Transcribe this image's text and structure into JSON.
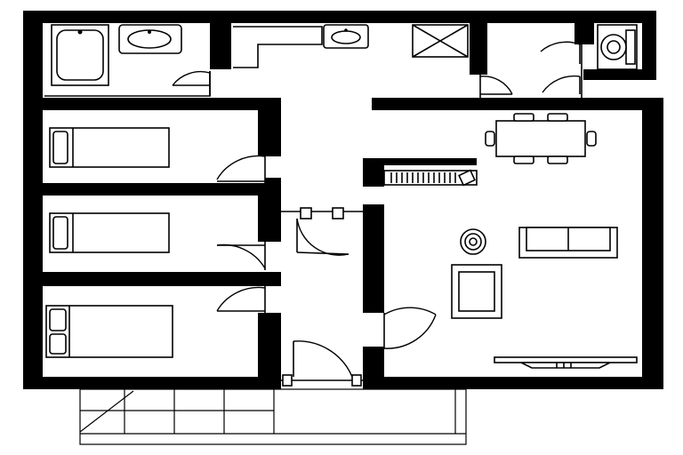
{
  "plan": {
    "colors": {
      "wall": "#000000",
      "background": "#ffffff",
      "line": "#000000"
    },
    "rooms": [
      "bathroom-left",
      "bathroom-center",
      "toilet",
      "bedroom-1",
      "bedroom-2",
      "bedroom-3",
      "corridor",
      "living-room",
      "balcony"
    ],
    "icons": {
      "bathtub": "bathtub-icon",
      "sink": "sink-icon",
      "shower": "shower-icon",
      "toilet": "toilet-icon",
      "bed": "bed-icon",
      "sofa": "sofa-icon",
      "armchair": "armchair-icon",
      "dining": "dining-table-icon",
      "kitchen": "kitchen-counter-icon",
      "tv": "tv-stand-icon",
      "lamp": "floor-lamp-icon"
    }
  }
}
